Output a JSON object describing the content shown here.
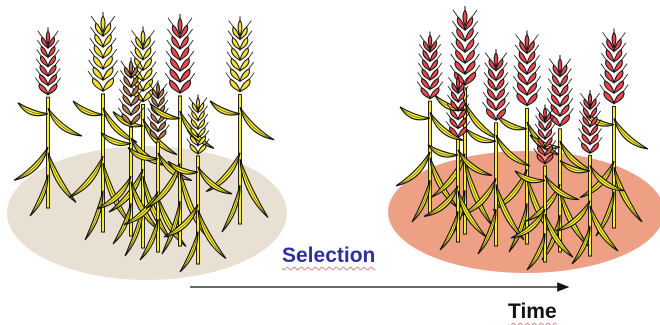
{
  "labels": {
    "selection": "Selection",
    "time": "Time"
  },
  "colors": {
    "spike_red": "#e8474f",
    "spike_yellow": "#f4e135",
    "spike_brown": "#b87a4a",
    "leaf_yellow": "#f6ea2c",
    "soil_left": "#e9e0d4",
    "soil_right": "#eea084",
    "outline": "#111111",
    "selection_text": "#2f2fa0"
  },
  "populations": {
    "before": {
      "name": "population-before",
      "spikes": [
        "red",
        "yellow",
        "yellow",
        "yellow",
        "brown",
        "brown",
        "red",
        "yellow"
      ]
    },
    "after": {
      "name": "population-after",
      "spikes": [
        "red",
        "red",
        "red",
        "red",
        "red",
        "red",
        "red",
        "red",
        "red"
      ]
    }
  }
}
